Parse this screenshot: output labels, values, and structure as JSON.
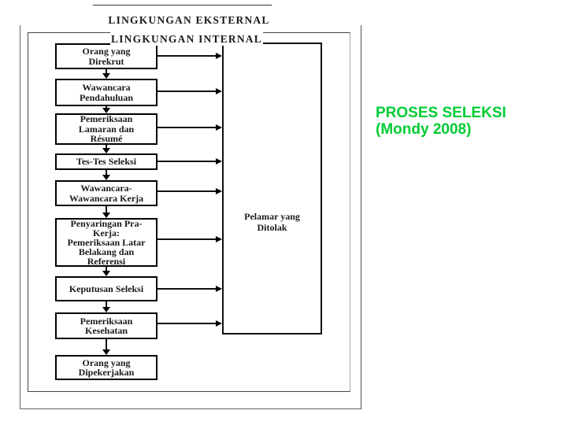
{
  "slide": {
    "title_line1": "PROSES SELEKSI",
    "title_line2": "(Mondy 2008)",
    "title_color": "#00cc33"
  },
  "diagram": {
    "external_label": "LINGKUNGAN EKSTERNAL",
    "internal_label": "LINGKUNGAN INTERNAL",
    "rejected_box_label": "Pelamar yang\nDitolak",
    "steps": [
      "Orang yang\nDirekrut",
      "Wawancara\nPendahuluan",
      "Pemeriksaan\nLamaran dan\nRésumé",
      "Tes-Tes Seleksi",
      "Wawancara-\nWawancara Kerja",
      "Penyaringan Pra-\nKerja:\nPemeriksaan Latar\nBelakang dan\nReferensi",
      "Keputusan Seleksi",
      "Pemeriksaan\nKesehatan",
      "Orang yang\nDipekerjakan"
    ]
  }
}
